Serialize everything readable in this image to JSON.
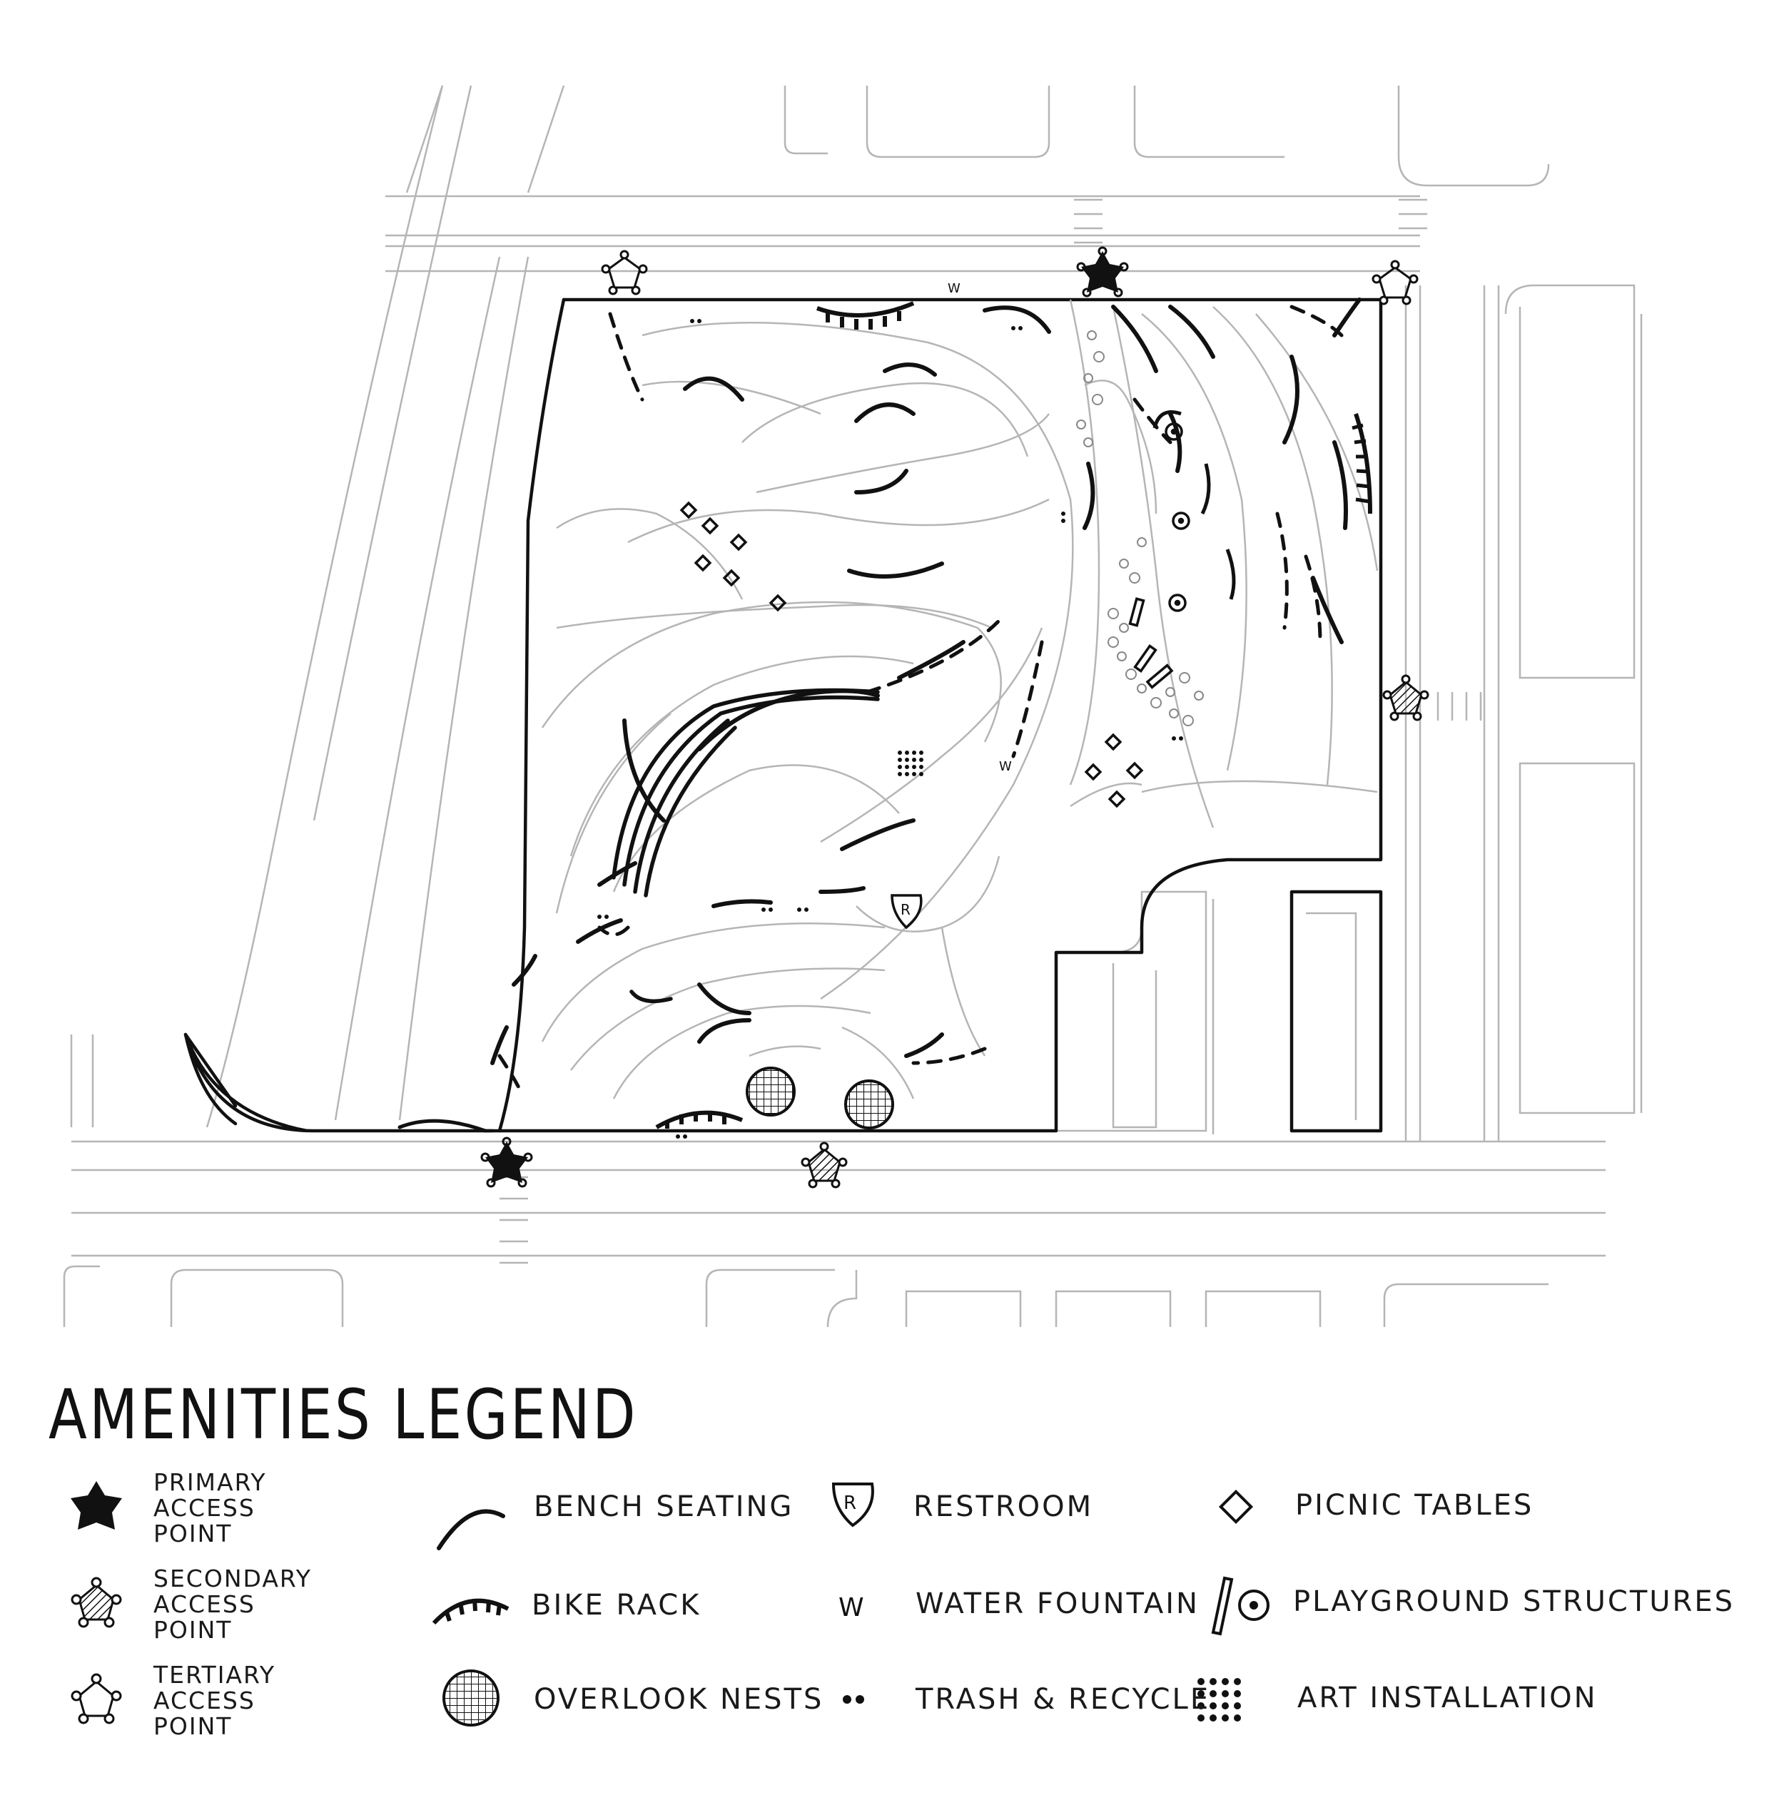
{
  "map": {
    "water_fountain_mark": "W",
    "restroom_mark": "R",
    "colors": {
      "ink": "#111111",
      "context_lines": "#b5b5b5",
      "paper": "#ffffff"
    }
  },
  "legend": {
    "title": "AMENITIES LEGEND",
    "items": {
      "primary_access": "PRIMARY\nACCESS\nPOINT",
      "secondary_access": "SECONDARY\nACCESS\nPOINT",
      "tertiary_access": "TERTIARY\nACCESS\nPOINT",
      "bench_seating": "BENCH SEATING",
      "bike_rack": "BIKE RACK",
      "overlook_nests": "OVERLOOK NESTS",
      "restroom": "RESTROOM",
      "water_fountain": "WATER FOUNTAIN",
      "trash_recycle": "TRASH & RECYCLE",
      "picnic_tables": "PICNIC TABLES",
      "playground_structures": "PLAYGROUND STRUCTURES",
      "art_installation": "ART INSTALLATION"
    },
    "symbols": {
      "restroom": "R",
      "water_fountain": "W"
    }
  }
}
